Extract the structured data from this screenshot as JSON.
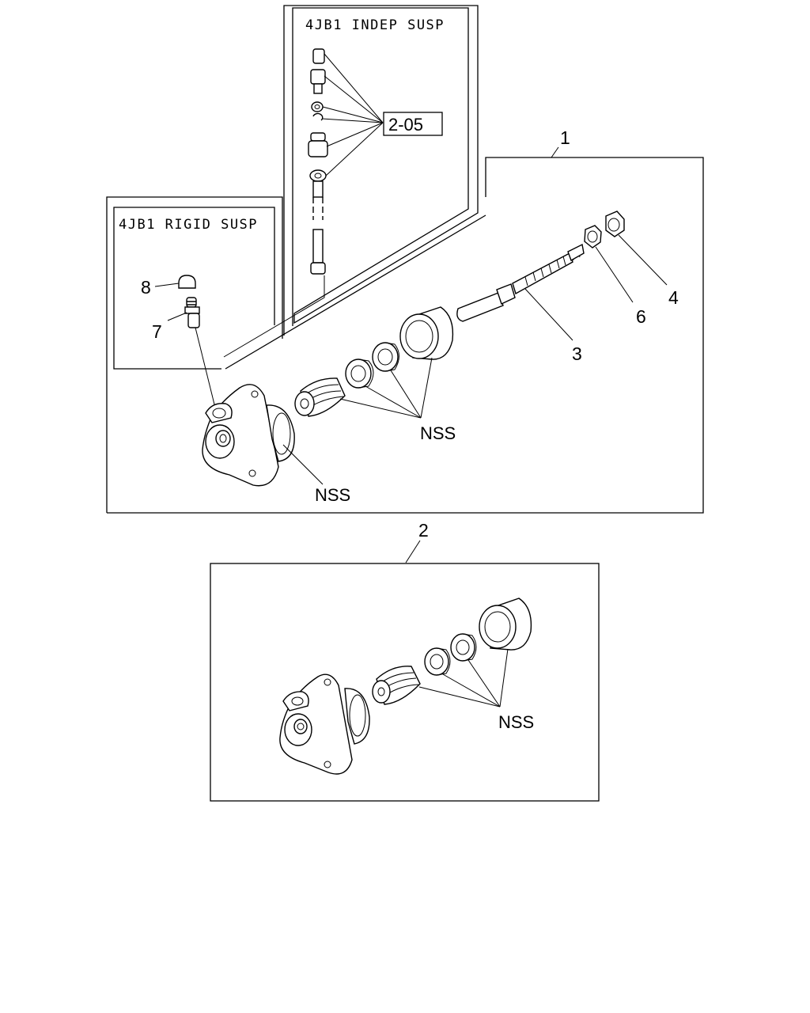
{
  "insets": {
    "indep_label": "4JB1 INDEP SUSP",
    "rigid_label": "4JB1 RIGID SUSP",
    "ref_code": "2-05"
  },
  "callouts": {
    "c1": "1",
    "c2": "2",
    "c3": "3",
    "c4": "4",
    "c6": "6",
    "c7": "7",
    "c8": "8"
  },
  "nss": {
    "label": "NSS"
  }
}
